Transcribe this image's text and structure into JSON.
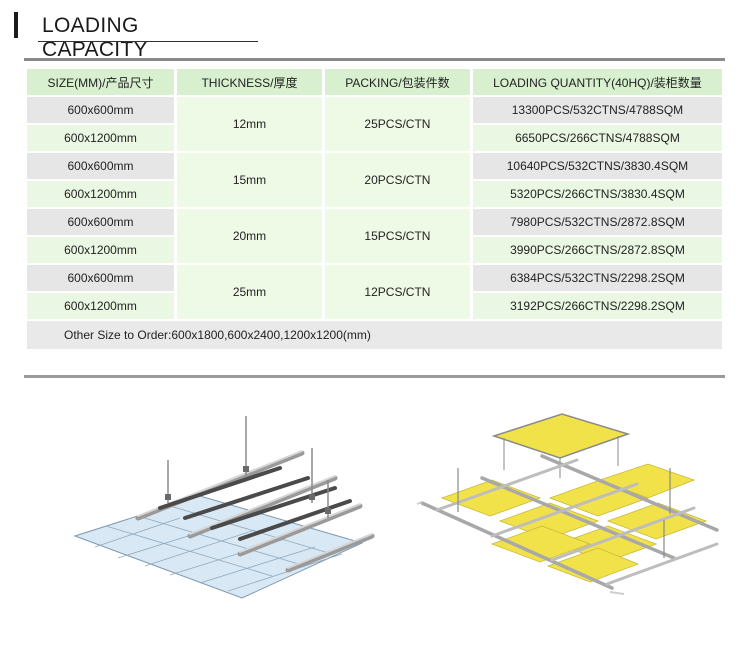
{
  "section": {
    "title": "LOADING CAPACITY"
  },
  "table": {
    "headers": [
      "SIZE(MM)/产品尺寸",
      "THICKNESS/厚度",
      "PACKING/包装件数",
      "LOADING QUANTITY(40HQ)/装柜数量"
    ],
    "groups": [
      {
        "thickness": "12mm",
        "packing": "25PCS/CTN",
        "rows": [
          {
            "size": "600x600mm",
            "quantity": "13300PCS/532CTNS/4788SQM"
          },
          {
            "size": "600x1200mm",
            "quantity": "6650PCS/266CTNS/4788SQM"
          }
        ]
      },
      {
        "thickness": "15mm",
        "packing": "20PCS/CTN",
        "rows": [
          {
            "size": "600x600mm",
            "quantity": "10640PCS/532CTNS/3830.4SQM"
          },
          {
            "size": "600x1200mm",
            "quantity": "5320PCS/266CTNS/3830.4SQM"
          }
        ]
      },
      {
        "thickness": "20mm",
        "packing": "15PCS/CTN",
        "rows": [
          {
            "size": "600x600mm",
            "quantity": "7980PCS/532CTNS/2872.8SQM"
          },
          {
            "size": "600x1200mm",
            "quantity": "3990PCS/266CTNS/2872.8SQM"
          }
        ]
      },
      {
        "thickness": "25mm",
        "packing": "12PCS/CTN",
        "rows": [
          {
            "size": "600x600mm",
            "quantity": "6384PCS/532CTNS/2298.2SQM"
          },
          {
            "size": "600x1200mm",
            "quantity": "3192PCS/266CTNS/2298.2SQM"
          }
        ]
      }
    ],
    "footer": "Other Size to Order:600x1800,600x2400,1200x1200(mm)"
  },
  "colors": {
    "header_green": "#d8f0d0",
    "row_gray": "#e6e6e6",
    "row_green": "#eaf7e2",
    "panel_blue": "#d8e8f4",
    "panel_yellow": "#f2e24a",
    "grid_metal": "#b8b8b8"
  }
}
